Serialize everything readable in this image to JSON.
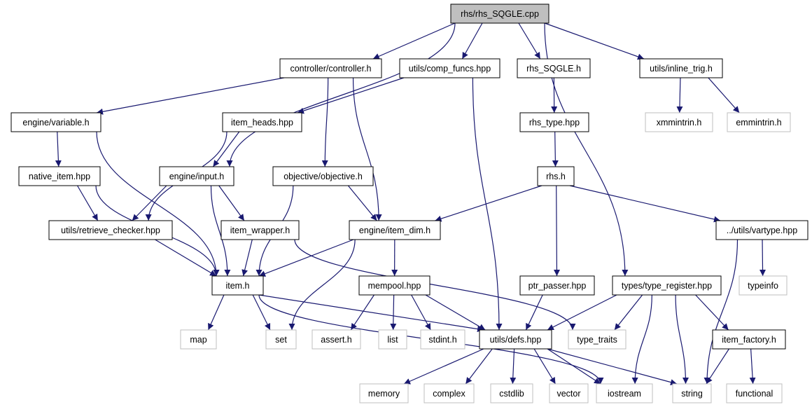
{
  "colors": {
    "edge": "#191970",
    "root_fill": "#bfbfbf",
    "node_border": "#000000",
    "system_border": "#bfbfbf",
    "fill": "#ffffff"
  },
  "nodes": [
    {
      "id": "rhs_sqgle_cpp",
      "label": "rhs/rhs_SQGLE.cpp",
      "kind": "root"
    },
    {
      "id": "controller_h",
      "label": "controller/controller.h",
      "kind": "local"
    },
    {
      "id": "comp_funcs",
      "label": "utils/comp_funcs.hpp",
      "kind": "local"
    },
    {
      "id": "rhs_sqgle_h",
      "label": "rhs_SQGLE.h",
      "kind": "local"
    },
    {
      "id": "inline_trig",
      "label": "utils/inline_trig.h",
      "kind": "local"
    },
    {
      "id": "variable_h",
      "label": "engine/variable.h",
      "kind": "local"
    },
    {
      "id": "item_heads",
      "label": "item_heads.hpp",
      "kind": "local"
    },
    {
      "id": "rhs_type",
      "label": "rhs_type.hpp",
      "kind": "local"
    },
    {
      "id": "xmmintrin",
      "label": "xmmintrin.h",
      "kind": "system"
    },
    {
      "id": "emmintrin",
      "label": "emmintrin.h",
      "kind": "system"
    },
    {
      "id": "native_item",
      "label": "native_item.hpp",
      "kind": "local"
    },
    {
      "id": "input_h",
      "label": "engine/input.h",
      "kind": "local"
    },
    {
      "id": "objective_h",
      "label": "objective/objective.h",
      "kind": "local"
    },
    {
      "id": "rhs_h",
      "label": "rhs.h",
      "kind": "local"
    },
    {
      "id": "retrieve_checker",
      "label": "utils/retrieve_checker.hpp",
      "kind": "local"
    },
    {
      "id": "item_wrapper",
      "label": "item_wrapper.h",
      "kind": "local"
    },
    {
      "id": "item_dim",
      "label": "engine/item_dim.h",
      "kind": "local"
    },
    {
      "id": "vartype",
      "label": "../utils/vartype.hpp",
      "kind": "local"
    },
    {
      "id": "item_h",
      "label": "item.h",
      "kind": "local"
    },
    {
      "id": "mempool",
      "label": "mempool.hpp",
      "kind": "local"
    },
    {
      "id": "ptr_passer",
      "label": "ptr_passer.hpp",
      "kind": "local"
    },
    {
      "id": "type_register",
      "label": "types/type_register.hpp",
      "kind": "local"
    },
    {
      "id": "typeinfo",
      "label": "typeinfo",
      "kind": "system"
    },
    {
      "id": "map",
      "label": "map",
      "kind": "system"
    },
    {
      "id": "set",
      "label": "set",
      "kind": "system"
    },
    {
      "id": "assert_h",
      "label": "assert.h",
      "kind": "system"
    },
    {
      "id": "list",
      "label": "list",
      "kind": "system"
    },
    {
      "id": "stdint_h",
      "label": "stdint.h",
      "kind": "system"
    },
    {
      "id": "defs",
      "label": "utils/defs.hpp",
      "kind": "local"
    },
    {
      "id": "type_traits",
      "label": "type_traits",
      "kind": "system"
    },
    {
      "id": "item_factory",
      "label": "item_factory.h",
      "kind": "local"
    },
    {
      "id": "memory",
      "label": "memory",
      "kind": "system"
    },
    {
      "id": "complex",
      "label": "complex",
      "kind": "system"
    },
    {
      "id": "cstdlib",
      "label": "cstdlib",
      "kind": "system"
    },
    {
      "id": "vector",
      "label": "vector",
      "kind": "system"
    },
    {
      "id": "iostream",
      "label": "iostream",
      "kind": "system"
    },
    {
      "id": "string",
      "label": "string",
      "kind": "system"
    },
    {
      "id": "functional",
      "label": "functional",
      "kind": "system"
    }
  ],
  "edges": [
    [
      "rhs_sqgle_cpp",
      "controller_h"
    ],
    [
      "rhs_sqgle_cpp",
      "comp_funcs"
    ],
    [
      "rhs_sqgle_cpp",
      "rhs_sqgle_h"
    ],
    [
      "rhs_sqgle_cpp",
      "inline_trig"
    ],
    [
      "rhs_sqgle_cpp",
      "input_h"
    ],
    [
      "rhs_sqgle_cpp",
      "type_register"
    ],
    [
      "controller_h",
      "variable_h"
    ],
    [
      "controller_h",
      "objective_h"
    ],
    [
      "controller_h",
      "item_dim"
    ],
    [
      "comp_funcs",
      "item_heads"
    ],
    [
      "comp_funcs",
      "defs"
    ],
    [
      "rhs_sqgle_h",
      "rhs_type"
    ],
    [
      "rhs_type",
      "rhs_h"
    ],
    [
      "inline_trig",
      "xmmintrin"
    ],
    [
      "inline_trig",
      "emmintrin"
    ],
    [
      "variable_h",
      "native_item"
    ],
    [
      "variable_h",
      "item_h"
    ],
    [
      "item_heads",
      "input_h"
    ],
    [
      "item_heads",
      "retrieve_checker"
    ],
    [
      "native_item",
      "retrieve_checker"
    ],
    [
      "native_item",
      "item_h"
    ],
    [
      "input_h",
      "retrieve_checker"
    ],
    [
      "input_h",
      "item_wrapper"
    ],
    [
      "input_h",
      "item_h"
    ],
    [
      "objective_h",
      "item_dim"
    ],
    [
      "objective_h",
      "item_h"
    ],
    [
      "rhs_h",
      "item_dim"
    ],
    [
      "rhs_h",
      "ptr_passer"
    ],
    [
      "rhs_h",
      "vartype"
    ],
    [
      "retrieve_checker",
      "item_h"
    ],
    [
      "item_wrapper",
      "item_h"
    ],
    [
      "item_wrapper",
      "type_traits"
    ],
    [
      "item_dim",
      "item_h"
    ],
    [
      "item_dim",
      "set"
    ],
    [
      "item_dim",
      "mempool"
    ],
    [
      "vartype",
      "typeinfo"
    ],
    [
      "vartype",
      "string"
    ],
    [
      "item_h",
      "map"
    ],
    [
      "item_h",
      "set"
    ],
    [
      "item_h",
      "defs"
    ],
    [
      "item_h",
      "iostream"
    ],
    [
      "mempool",
      "assert_h"
    ],
    [
      "mempool",
      "list"
    ],
    [
      "mempool",
      "stdint_h"
    ],
    [
      "mempool",
      "defs"
    ],
    [
      "ptr_passer",
      "defs"
    ],
    [
      "type_register",
      "defs"
    ],
    [
      "type_register",
      "type_traits"
    ],
    [
      "type_register",
      "iostream"
    ],
    [
      "type_register",
      "string"
    ],
    [
      "type_register",
      "item_factory"
    ],
    [
      "item_factory",
      "string"
    ],
    [
      "item_factory",
      "functional"
    ],
    [
      "defs",
      "memory"
    ],
    [
      "defs",
      "complex"
    ],
    [
      "defs",
      "cstdlib"
    ],
    [
      "defs",
      "vector"
    ],
    [
      "defs",
      "iostream"
    ],
    [
      "defs",
      "string"
    ]
  ]
}
